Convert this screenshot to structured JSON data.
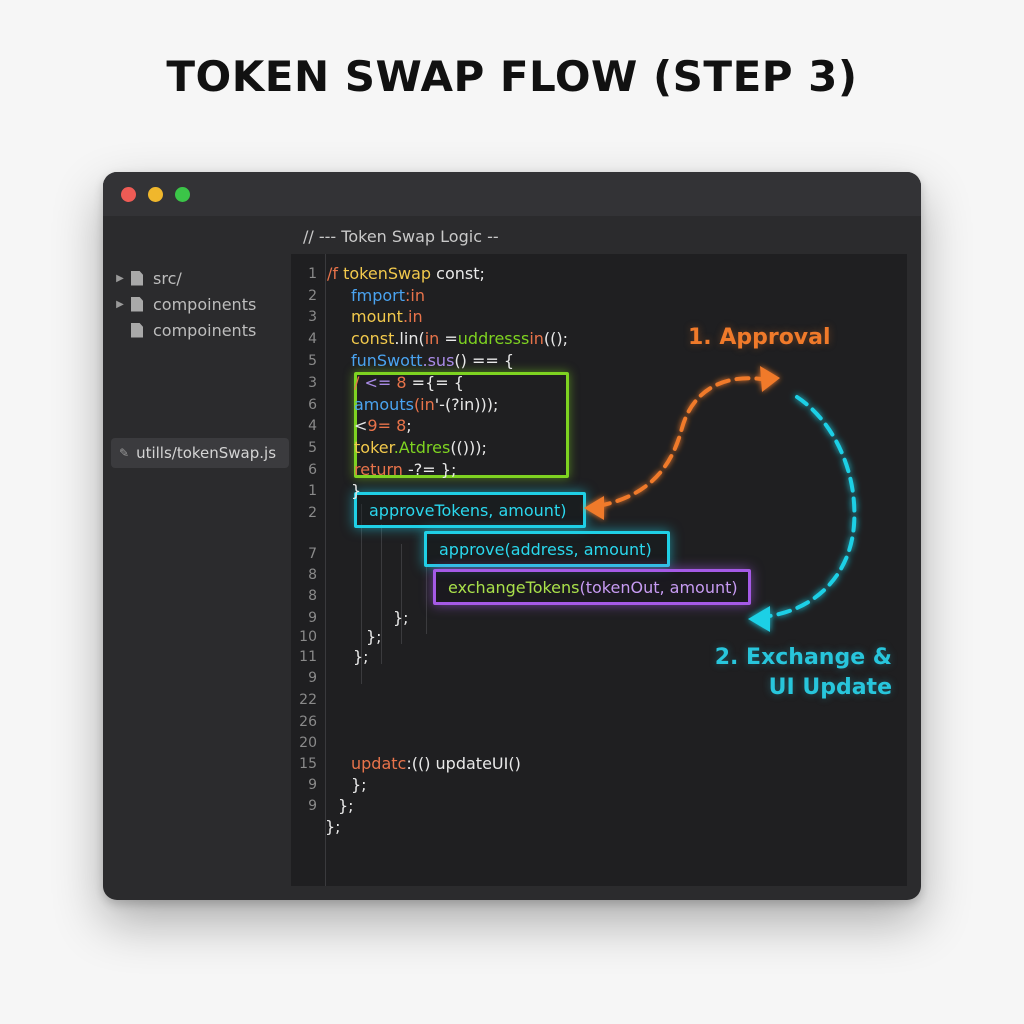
{
  "page": {
    "title": "TOKEN SWAP FLOW (STEP 3)"
  },
  "window": {
    "controls": [
      "close",
      "minimize",
      "maximize"
    ],
    "editor_comment": "// --- Token Swap Logic --"
  },
  "sidebar": {
    "items": [
      {
        "label": "src/",
        "icon": "file-icon",
        "expandable": true
      },
      {
        "label": "compoinents",
        "icon": "file-icon",
        "expandable": true
      },
      {
        "label": "compoinents",
        "icon": "file-icon",
        "expandable": false
      }
    ],
    "active_file": {
      "label": "utills/tokenSwap.js",
      "icon": "pencil-icon"
    }
  },
  "code": {
    "lines": [
      {
        "num": "1",
        "segments": [
          {
            "t": "/f ",
            "c": "#e8734a"
          },
          {
            "t": "tokenSwap ",
            "c": "#f2c94c"
          },
          {
            "t": "const;",
            "c": "#e8e8e8"
          }
        ]
      },
      {
        "num": "2",
        "segments": [
          {
            "t": "fmport",
            "c": "#4aa3f0"
          },
          {
            "t": ":in",
            "c": "#e8734a"
          }
        ]
      },
      {
        "num": "3",
        "segments": [
          {
            "t": "mount",
            "c": "#f2c94c"
          },
          {
            "t": ".in",
            "c": "#e8734a"
          }
        ]
      },
      {
        "num": "4",
        "segments": [
          {
            "t": "const",
            "c": "#f2c94c"
          },
          {
            "t": ".lin(",
            "c": "#e8e8e8"
          },
          {
            "t": "in ",
            "c": "#e8734a"
          },
          {
            "t": "=",
            "c": "#e8e8e8"
          },
          {
            "t": "uddresss",
            "c": "#7ed321"
          },
          {
            "t": "in",
            "c": "#e8734a"
          },
          {
            "t": "(();",
            "c": "#e8e8e8"
          }
        ]
      },
      {
        "num": "5",
        "segments": [
          {
            "t": "funSwott",
            "c": "#4aa3f0"
          },
          {
            "t": ".sus",
            "c": "#a98be6"
          },
          {
            "t": "() == {",
            "c": "#e8e8e8"
          }
        ]
      },
      {
        "num": "3",
        "segments": [
          {
            "t": "/ ",
            "c": "#e8734a"
          },
          {
            "t": "<= ",
            "c": "#a98be6"
          },
          {
            "t": "8 ",
            "c": "#e8734a"
          },
          {
            "t": "={= {",
            "c": "#e8e8e8"
          }
        ]
      },
      {
        "num": "6",
        "segments": [
          {
            "t": "amouts",
            "c": "#4aa3f0"
          },
          {
            "t": "(in",
            "c": "#e8734a"
          },
          {
            "t": "'-(?in)));",
            "c": "#e8e8e8"
          }
        ]
      },
      {
        "num": "4",
        "segments": [
          {
            "t": "<",
            "c": "#e8e8e8"
          },
          {
            "t": "9= 8",
            "c": "#e8734a"
          },
          {
            "t": ";",
            "c": "#e8e8e8"
          }
        ]
      },
      {
        "num": "5",
        "segments": [
          {
            "t": "toker",
            "c": "#f2c94c"
          },
          {
            "t": ".Atdres",
            "c": "#7ed321"
          },
          {
            "t": "(()));",
            "c": "#e8e8e8"
          }
        ]
      },
      {
        "num": "6",
        "segments": [
          {
            "t": "return ",
            "c": "#e8734a"
          },
          {
            "t": "-?= ",
            "c": "#e8e8e8"
          },
          {
            "t": "};",
            "c": "#e8e8e8"
          }
        ]
      },
      {
        "num": "1",
        "segments": [
          {
            "t": "}",
            "c": "#e8e8e8"
          }
        ]
      },
      {
        "num": "2",
        "segments": []
      },
      {
        "num": "7",
        "segments": []
      },
      {
        "num": "8",
        "segments": []
      },
      {
        "num": "8",
        "segments": []
      },
      {
        "num": "9",
        "segments": [
          {
            "t": "};",
            "c": "#e8e8e8"
          }
        ]
      },
      {
        "num": "10",
        "segments": [
          {
            "t": "};",
            "c": "#e8e8e8"
          }
        ]
      },
      {
        "num": "11",
        "segments": [
          {
            "t": "};",
            "c": "#e8e8e8"
          }
        ]
      },
      {
        "num": "9",
        "segments": []
      },
      {
        "num": "22",
        "segments": []
      },
      {
        "num": "26",
        "segments": []
      },
      {
        "num": "20",
        "segments": []
      },
      {
        "num": "15",
        "segments": [
          {
            "t": "updatc",
            "c": "#e8734a"
          },
          {
            "t": ":(() ",
            "c": "#e8e8e8"
          },
          {
            "t": "updateUI()",
            "c": "#e8e8e8"
          }
        ]
      },
      {
        "num": "9",
        "segments": [
          {
            "t": "};",
            "c": "#e8e8e8"
          }
        ]
      },
      {
        "num": "9",
        "segments": [
          {
            "t": "};",
            "c": "#e8e8e8"
          }
        ]
      },
      {
        "num": "",
        "segments": [
          {
            "t": "};",
            "c": "#e8e8e8"
          }
        ]
      }
    ]
  },
  "highlights": {
    "approve_tokens": {
      "text": "approveTokens, amount)",
      "color": "#1fd0e6"
    },
    "approve": {
      "text": "approve(address, amount)",
      "color": "#1fd0e6"
    },
    "exchange": {
      "pre": "exchange",
      "fn": "Tokens",
      "args": "(tokenOut, amount)",
      "color": "#a55ae6"
    }
  },
  "flow": {
    "approval_label": "1. Approval",
    "exchange_label_line1": "2. Exchange &",
    "exchange_label_line2": "UI Update",
    "approval_color": "#f07a2a",
    "exchange_color": "#28c6dc"
  }
}
